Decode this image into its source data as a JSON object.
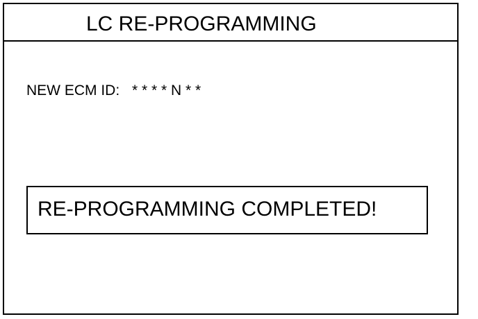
{
  "screen": {
    "title": "LC RE-PROGRAMMING",
    "ecm_id_label": "NEW ECM ID:",
    "ecm_id_value": "* * * * N * *",
    "status_message": "RE-PROGRAMMING COMPLETED!"
  },
  "colors": {
    "background": "#ffffff",
    "foreground": "#000000"
  }
}
